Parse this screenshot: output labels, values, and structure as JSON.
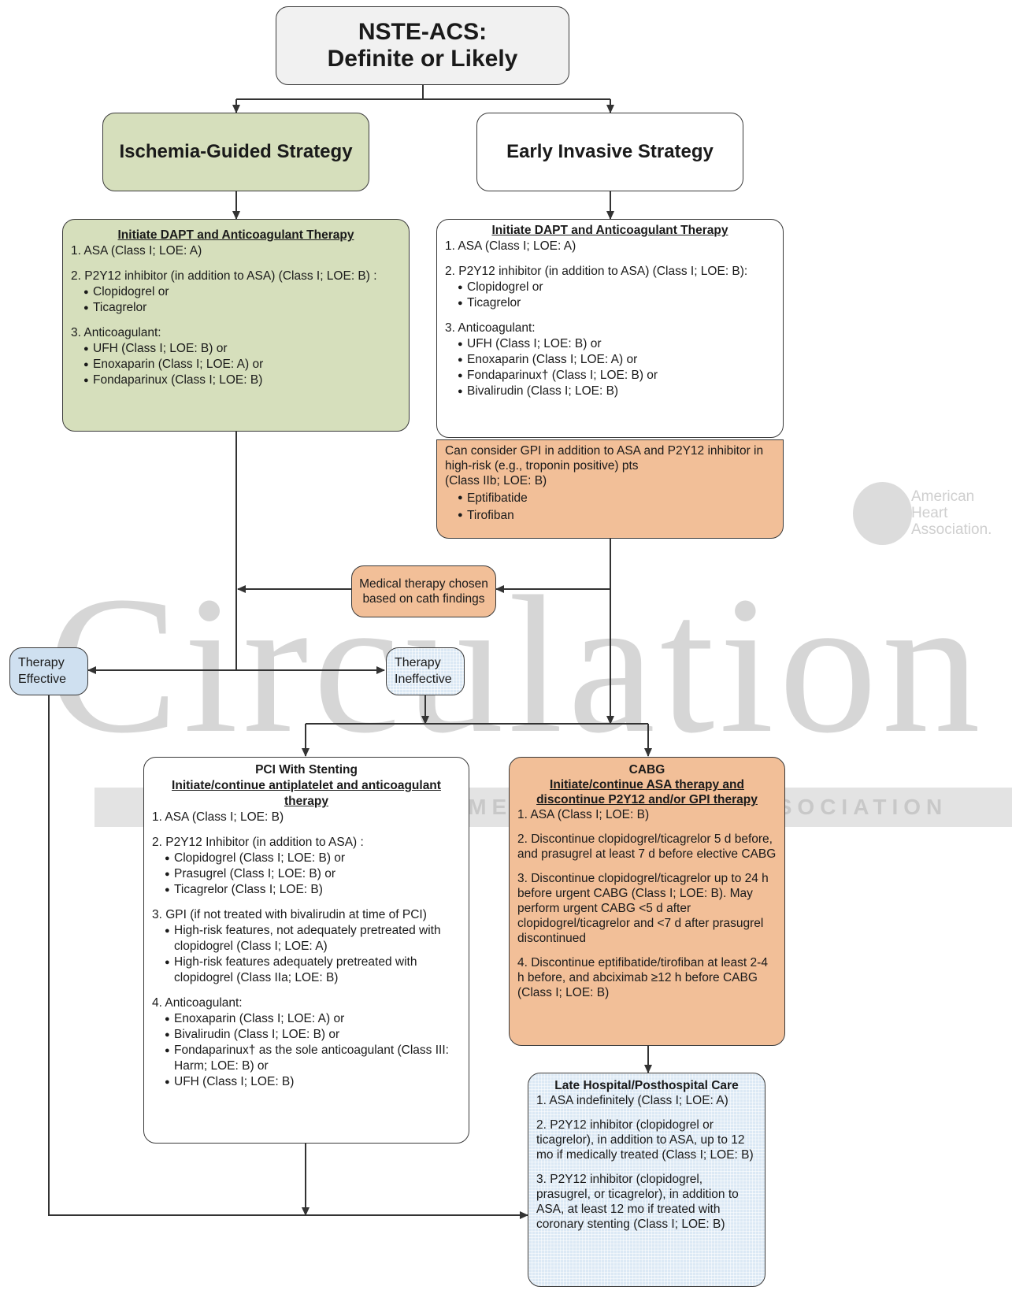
{
  "watermark": {
    "journal_name": "Circulation",
    "journal_subtitle": "JOURNAL OF THE AMERICAN HEART ASSOCIATION",
    "logo_text": "American\nHeart\nAssociation."
  },
  "top": {
    "title": "NSTE-ACS:\nDefinite or Likely"
  },
  "ischemia": {
    "title": "Ischemia-Guided Strategy"
  },
  "invasive": {
    "title": "Early Invasive Strategy"
  },
  "left_dapt": {
    "heading": "Initiate DAPT and Anticoagulant Therapy",
    "i1": "1. ASA (Class I; LOE: A)",
    "i2": "2. P2Y12 inhibitor (in addition to ASA) (Class I; LOE: B) :",
    "i2a": "Clopidogrel or",
    "i2b": "Ticagrelor",
    "i3": "3. Anticoagulant:",
    "i3a": "UFH (Class I; LOE: B) or",
    "i3b": "Enoxaparin (Class I; LOE: A) or",
    "i3c": "Fondaparinux (Class I; LOE: B)"
  },
  "right_dapt": {
    "heading": "Initiate DAPT and Anticoagulant Therapy",
    "i1": "1. ASA (Class I; LOE: A)",
    "i2": "2. P2Y12 inhibitor (in addition to ASA) (Class I; LOE: B):",
    "i2a": "Clopidogrel or",
    "i2b": "Ticagrelor",
    "i3": "3. Anticoagulant:",
    "i3a": "UFH (Class I; LOE: B) or",
    "i3b": "Enoxaparin (Class I; LOE: A) or",
    "i3c": "Fondaparinux† (Class I; LOE: B) or",
    "i3d": "Bivalirudin (Class I; LOE: B)"
  },
  "gpi": {
    "line1": "Can consider GPI in addition to ASA and P2Y12 inhibitor in high-risk (e.g., troponin positive) pts",
    "line2": "(Class IIb; LOE: B)",
    "a": "Eptifibatide",
    "b": "Tirofiban"
  },
  "medical": {
    "text": "Medical therapy chosen based on cath findings"
  },
  "therapy_effective": {
    "text": "Therapy Effective"
  },
  "therapy_ineffective": {
    "text": "Therapy Ineffective"
  },
  "pci": {
    "title": "PCI With Stenting",
    "heading": "Initiate/continue antiplatelet and anticoagulant therapy",
    "i1": "1. ASA (Class I; LOE: B)",
    "i2": "2. P2Y12 Inhibitor (in addition to ASA) :",
    "i2a": "Clopidogrel (Class I; LOE: B) or",
    "i2b": "Prasugrel (Class I; LOE: B) or",
    "i2c": "Ticagrelor (Class I; LOE: B)",
    "i3": "3. GPI (if not treated with bivalirudin at time of PCI)",
    "i3a": "High-risk features, not adequately pretreated with clopidogrel (Class I; LOE: A)",
    "i3b": "High-risk features adequately pretreated with clopidogrel (Class IIa; LOE: B)",
    "i4": "4. Anticoagulant:",
    "i4a": "Enoxaparin (Class I; LOE: A) or",
    "i4b": "Bivalirudin (Class I; LOE: B) or",
    "i4c": "Fondaparinux† as the sole anticoagulant (Class III: Harm; LOE: B) or",
    "i4d": "UFH (Class I; LOE: B)"
  },
  "cabg": {
    "title": "CABG",
    "heading": "Initiate/continue ASA therapy and discontinue P2Y12 and/or GPI therapy",
    "i1": "1. ASA (Class I; LOE: B)",
    "i2": "2. Discontinue clopidogrel/ticagrelor 5 d before, and prasugrel at least 7 d before elective CABG",
    "i3": "3. Discontinue clopidogrel/ticagrelor up to 24 h before urgent CABG (Class I; LOE: B). May perform urgent CABG <5 d after clopidogrel/ticagrelor and <7 d after prasugrel discontinued",
    "i4": "4. Discontinue eptifibatide/tirofiban at least 2-4 h before, and abciximab ≥12 h before CABG (Class I; LOE: B)"
  },
  "late": {
    "title": "Late Hospital/Posthospital Care",
    "i1": "1. ASA indefinitely (Class I; LOE: A)",
    "i2": "2. P2Y12 inhibitor (clopidogrel or ticagrelor), in addition to ASA, up to 12 mo if medically treated (Class I; LOE: B)",
    "i3": "3. P2Y12 inhibitor (clopidogrel, prasugrel, or ticagrelor), in addition to ASA, at least 12 mo if treated with coronary stenting (Class I; LOE: B)"
  }
}
